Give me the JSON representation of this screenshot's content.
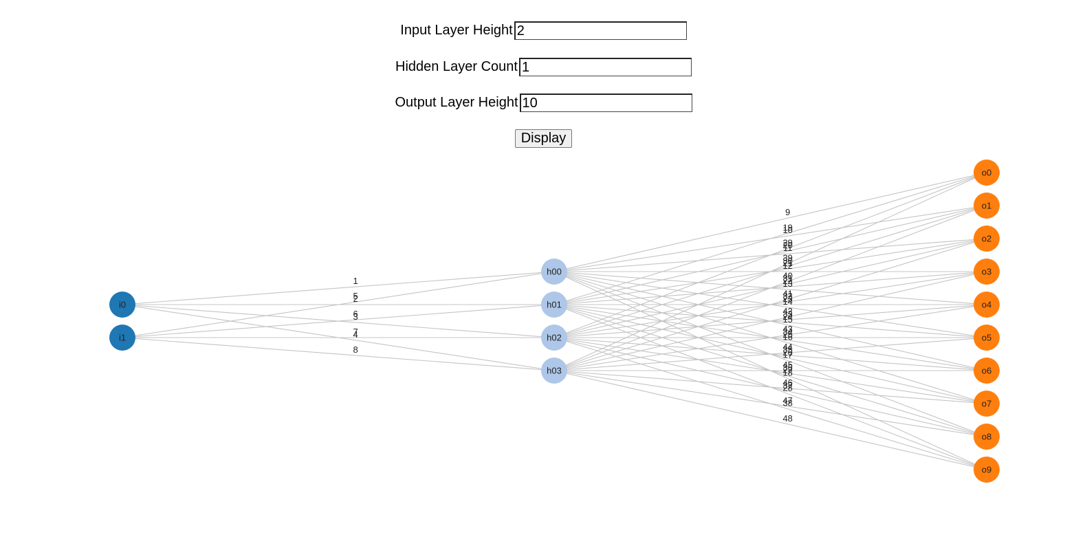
{
  "form": {
    "input_label": "Input Layer Height",
    "input_value": "2",
    "hidden_label": "Hidden Layer Count",
    "hidden_value": "1",
    "output_label": "Output Layer Height",
    "output_value": "10",
    "display_button": "Display"
  },
  "network": {
    "colors": {
      "input": "#1f77b4",
      "hidden": "#aec7e8",
      "output": "#ff7f0e",
      "edge": "#c4c4c4"
    },
    "layers": [
      [
        "i0",
        "i1"
      ],
      [
        "h00",
        "h01",
        "h02",
        "h03"
      ],
      [
        "o0",
        "o1",
        "o2",
        "o3",
        "o4",
        "o5",
        "o6",
        "o7",
        "o8",
        "o9"
      ]
    ]
  }
}
